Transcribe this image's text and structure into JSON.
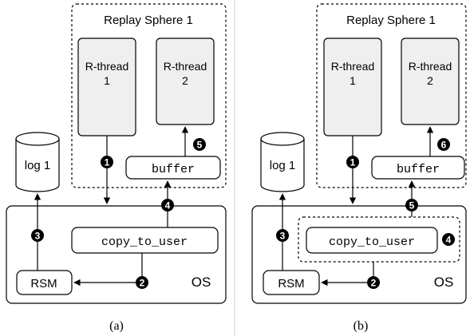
{
  "panel_a": {
    "sphere_label": "Replay Sphere 1",
    "thread1_line1": "R-thread",
    "thread1_line2": "1",
    "thread2_line1": "R-thread",
    "thread2_line2": "2",
    "log_label": "log 1",
    "buffer_label": "buffer",
    "copy_label": "copy_to_user",
    "rsm_label": "RSM",
    "os_label": "OS",
    "caption": "(a)",
    "step_1": "1",
    "step_2": "2",
    "step_3": "3",
    "step_4": "4",
    "step_5": "5"
  },
  "panel_b": {
    "sphere_label": "Replay Sphere 1",
    "thread1_line1": "R-thread",
    "thread1_line2": "1",
    "thread2_line1": "R-thread",
    "thread2_line2": "2",
    "log_label": "log 1",
    "buffer_label": "buffer",
    "copy_label": "copy_to_user",
    "rsm_label": "RSM",
    "os_label": "OS",
    "caption": "(b)",
    "step_1": "1",
    "step_2": "2",
    "step_3": "3",
    "step_4": "4",
    "step_5": "5",
    "step_6": "6"
  },
  "colors": {
    "thread_fill": "#efefef",
    "badge_fill": "#000000",
    "line": "#000000",
    "divider": "#cccccc"
  }
}
